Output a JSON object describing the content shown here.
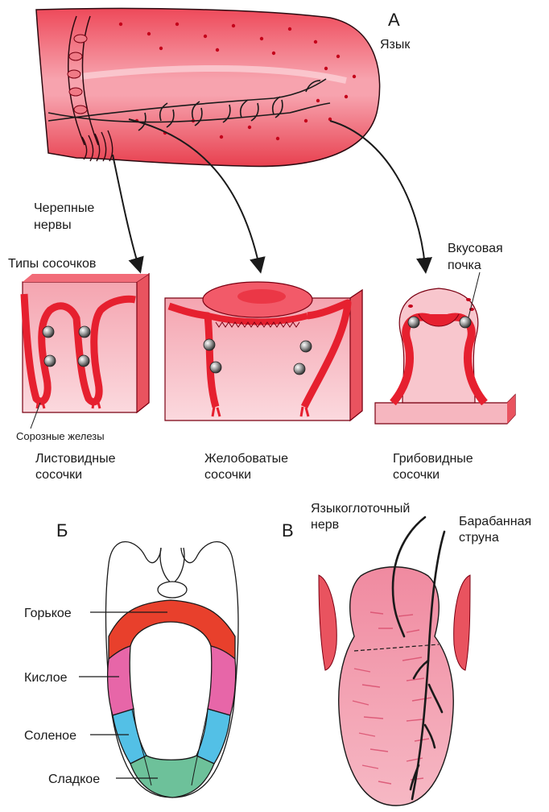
{
  "panel_a": {
    "letter": "А",
    "tongue_label": "Язык",
    "nerves_label": [
      "Черепные",
      "нервы"
    ],
    "papilla_types_label": "Типы сосочков",
    "taste_bud_label": [
      "Вкусовая",
      "почка"
    ],
    "glands_label": "Сорозные железы",
    "papillae": [
      {
        "name": [
          "Листовидные",
          "сосочки"
        ]
      },
      {
        "name": [
          "Желобоватые",
          "сосочки"
        ]
      },
      {
        "name": [
          "Грибовидные",
          "сосочки"
        ]
      }
    ]
  },
  "panel_b": {
    "letter": "Б",
    "zones": [
      {
        "label": "Горькое",
        "color": "#e8402c"
      },
      {
        "label": "Кислое",
        "color": "#e766a8"
      },
      {
        "label": "Соленое",
        "color": "#53c0e6"
      },
      {
        "label": "Сладкое",
        "color": "#6dc19a"
      }
    ]
  },
  "panel_c": {
    "letter": "В",
    "glossopharyngeal_label": [
      "Языкоглоточный",
      "нерв"
    ],
    "chorda_label": [
      "Барабанная",
      "струна"
    ]
  },
  "colors": {
    "tongue_red": "#e6202f",
    "tongue_pink": "#f07a86",
    "papilla_light": "#f6b6bf",
    "nerve": "#1a1a1a"
  }
}
